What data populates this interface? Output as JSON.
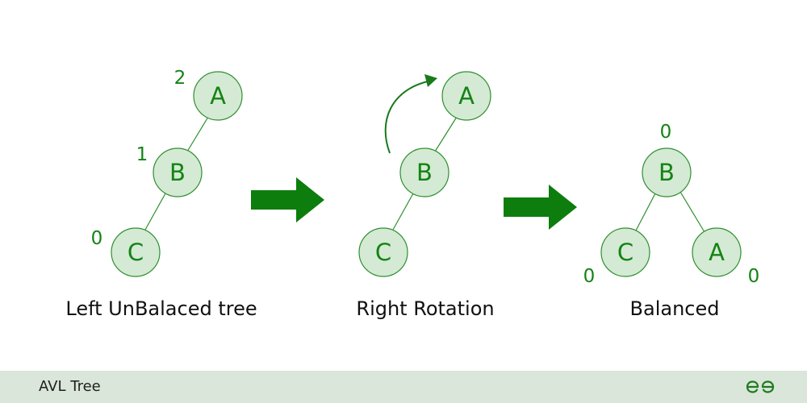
{
  "stages": [
    {
      "caption": "Left UnBalaced tree",
      "nodes": [
        {
          "id": "A",
          "label": "A",
          "factor": "2"
        },
        {
          "id": "B",
          "label": "B",
          "factor": "1"
        },
        {
          "id": "C",
          "label": "C",
          "factor": "0"
        }
      ],
      "edges": [
        [
          "A",
          "B"
        ],
        [
          "B",
          "C"
        ]
      ]
    },
    {
      "caption": "Right Rotation",
      "nodes": [
        {
          "id": "A",
          "label": "A"
        },
        {
          "id": "B",
          "label": "B"
        },
        {
          "id": "C",
          "label": "C"
        }
      ],
      "edges": [
        [
          "A",
          "B"
        ],
        [
          "B",
          "C"
        ]
      ]
    },
    {
      "caption": "Balanced",
      "nodes": [
        {
          "id": "B",
          "label": "B",
          "factor": "0"
        },
        {
          "id": "C",
          "label": "C",
          "factor": "0"
        },
        {
          "id": "A",
          "label": "A",
          "factor": "0"
        }
      ],
      "edges": [
        [
          "B",
          "C"
        ],
        [
          "B",
          "A"
        ]
      ]
    }
  ],
  "footer": {
    "title": "AVL Tree"
  },
  "colors": {
    "node_fill": "#d4ead4",
    "node_stroke": "#2f8f2f",
    "node_text": "#148314",
    "arrow": "#0d7d0d",
    "footer_bg": "#d9e6d9"
  },
  "icons": [
    "right-arrow-icon",
    "rotation-arrow-icon",
    "gfg-logo-icon"
  ]
}
